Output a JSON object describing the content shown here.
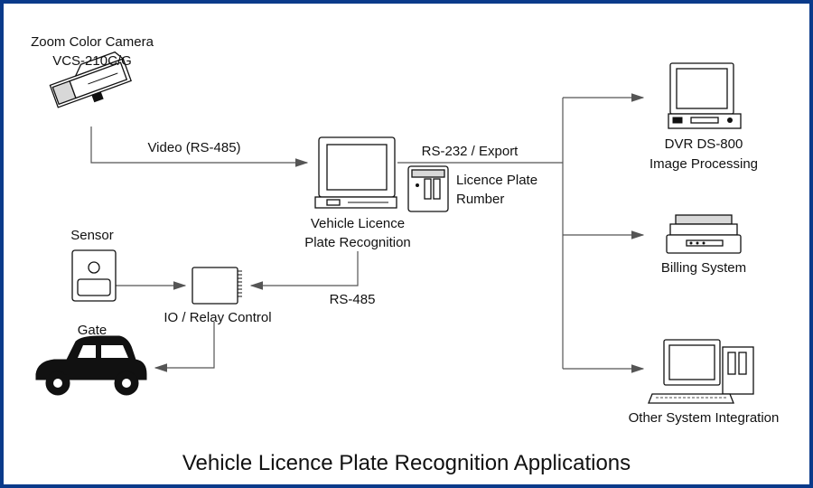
{
  "title": "Vehicle Licence Plate Recognition Applications",
  "nodes": {
    "camera": {
      "line1": "Zoom Color Camera",
      "line2": "VCS-210C/G"
    },
    "vlpr": {
      "line1": "Vehicle Licence",
      "line2": "Plate Recognition"
    },
    "plate_number": {
      "line1": "Licence Plate",
      "line2": "Rumber"
    },
    "dvr": {
      "line1": "DVR DS-800",
      "line2": "Image Processing"
    },
    "billing": {
      "label": "Billing System"
    },
    "other": {
      "label": "Other System Integration"
    },
    "sensor": {
      "label": "Sensor"
    },
    "io_relay": {
      "label": "IO / Relay Control"
    },
    "gate": {
      "label": "Gate"
    }
  },
  "edges": {
    "video": "Video (RS-485)",
    "export": "RS-232 / Export",
    "rs485": "RS-485"
  },
  "colors": {
    "frame": "#0a3a8a",
    "line": "#555555"
  }
}
